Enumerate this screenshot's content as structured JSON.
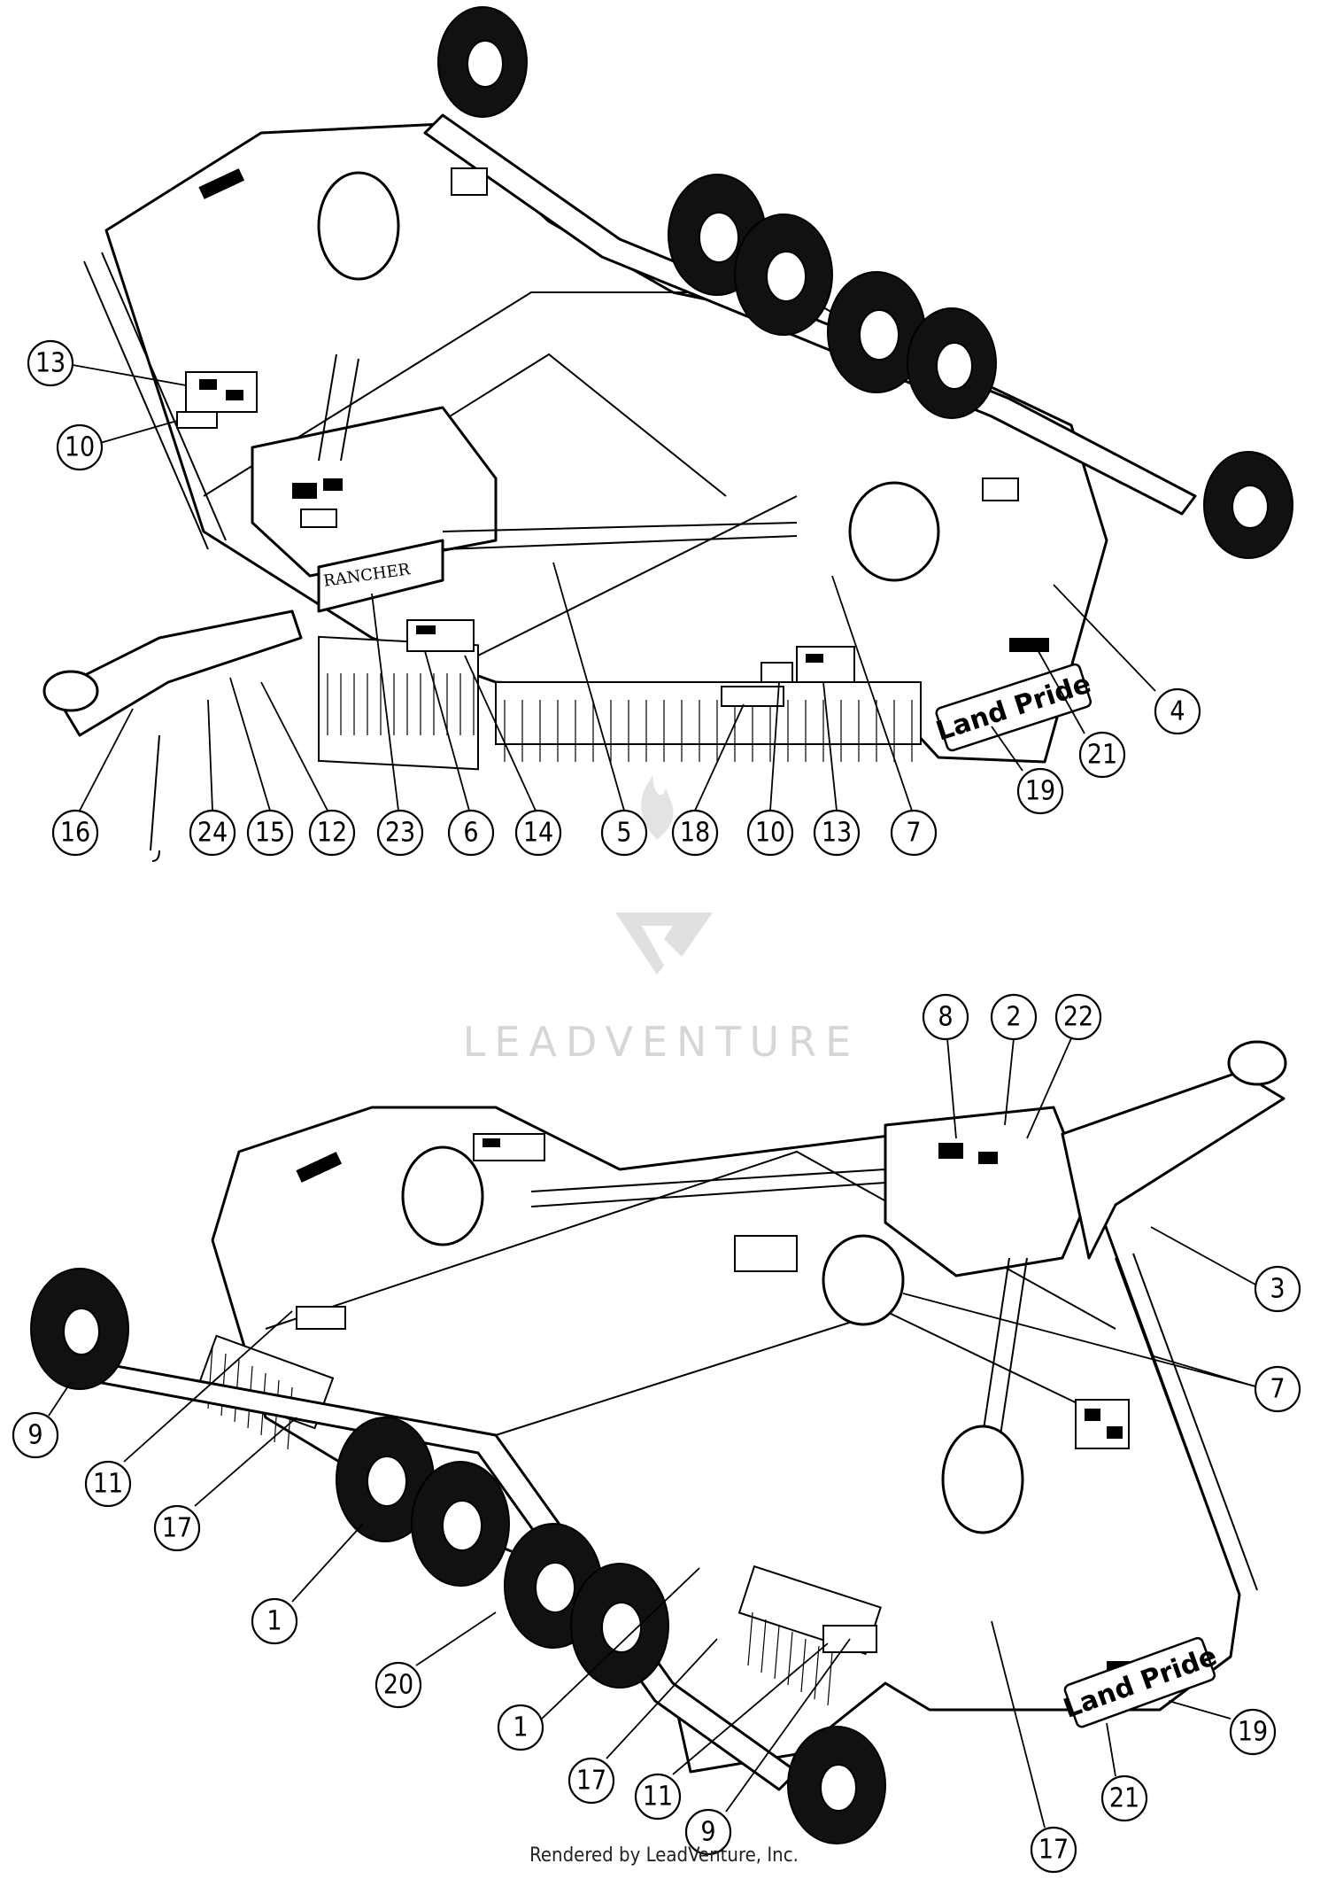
{
  "watermark": {
    "text": "LEADVENTURE"
  },
  "footer": {
    "rendered_by": "Rendered by LeadVenture, Inc."
  },
  "brand_decals": {
    "model": "RANCHER",
    "brand": "Land Pride"
  },
  "top_view": {
    "callouts": [
      "13",
      "10",
      "16",
      "24",
      "15",
      "12",
      "23",
      "6",
      "14",
      "5",
      "18",
      "10",
      "13",
      "7",
      "19",
      "21",
      "4"
    ]
  },
  "bottom_view": {
    "callouts": [
      "8",
      "2",
      "22",
      "3",
      "7",
      "9",
      "11",
      "17",
      "1",
      "20",
      "1",
      "17",
      "11",
      "9",
      "17",
      "21",
      "19"
    ]
  }
}
